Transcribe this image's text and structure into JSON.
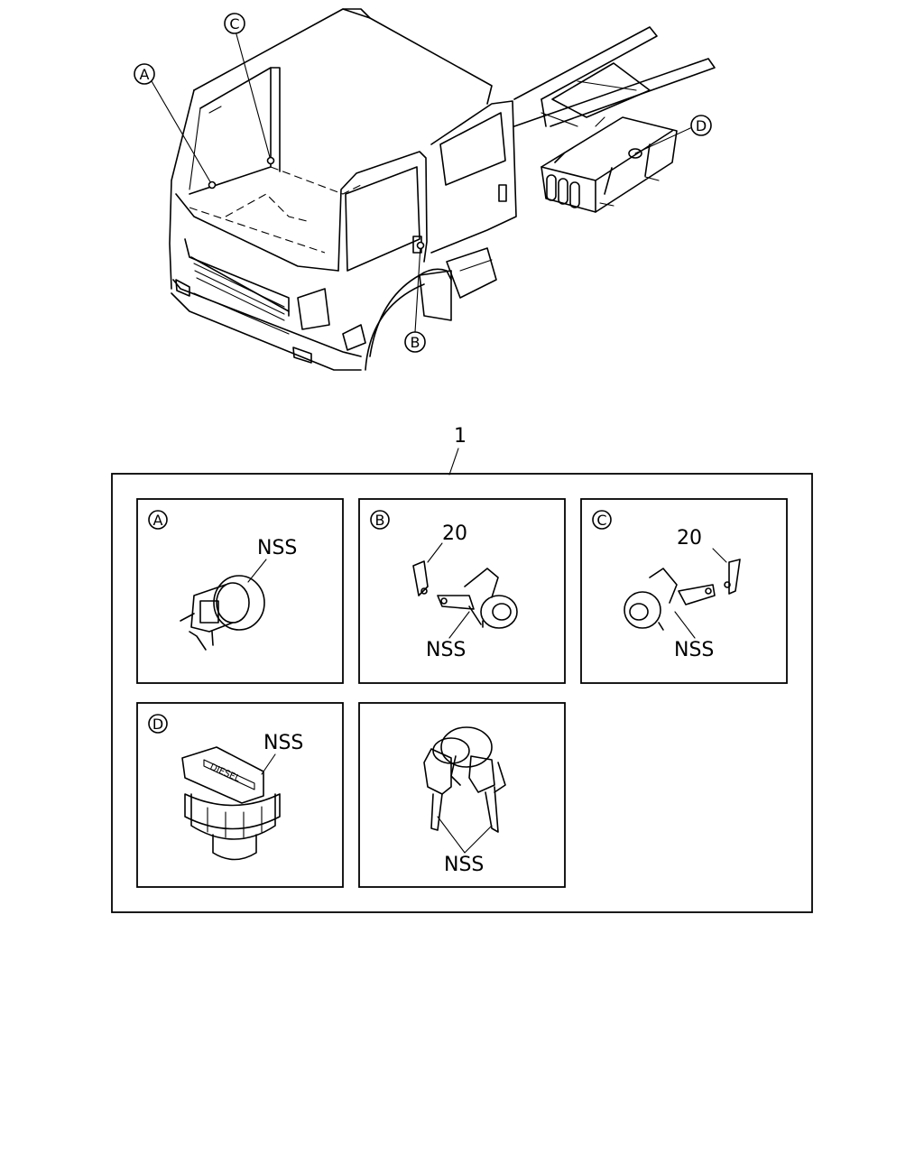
{
  "callouts": {
    "a": "A",
    "b": "B",
    "c": "C",
    "d": "D"
  },
  "group_number": "1",
  "panels": {
    "a": {
      "letter": "A",
      "labels": [
        "NSS"
      ]
    },
    "b": {
      "letter": "B",
      "labels": [
        "20",
        "NSS"
      ]
    },
    "c": {
      "letter": "C",
      "labels": [
        "20",
        "NSS"
      ]
    },
    "d": {
      "letter": "D",
      "labels": [
        "NSS"
      ],
      "cap_text": "DIESEL"
    },
    "keys": {
      "labels": [
        "NSS"
      ]
    }
  }
}
